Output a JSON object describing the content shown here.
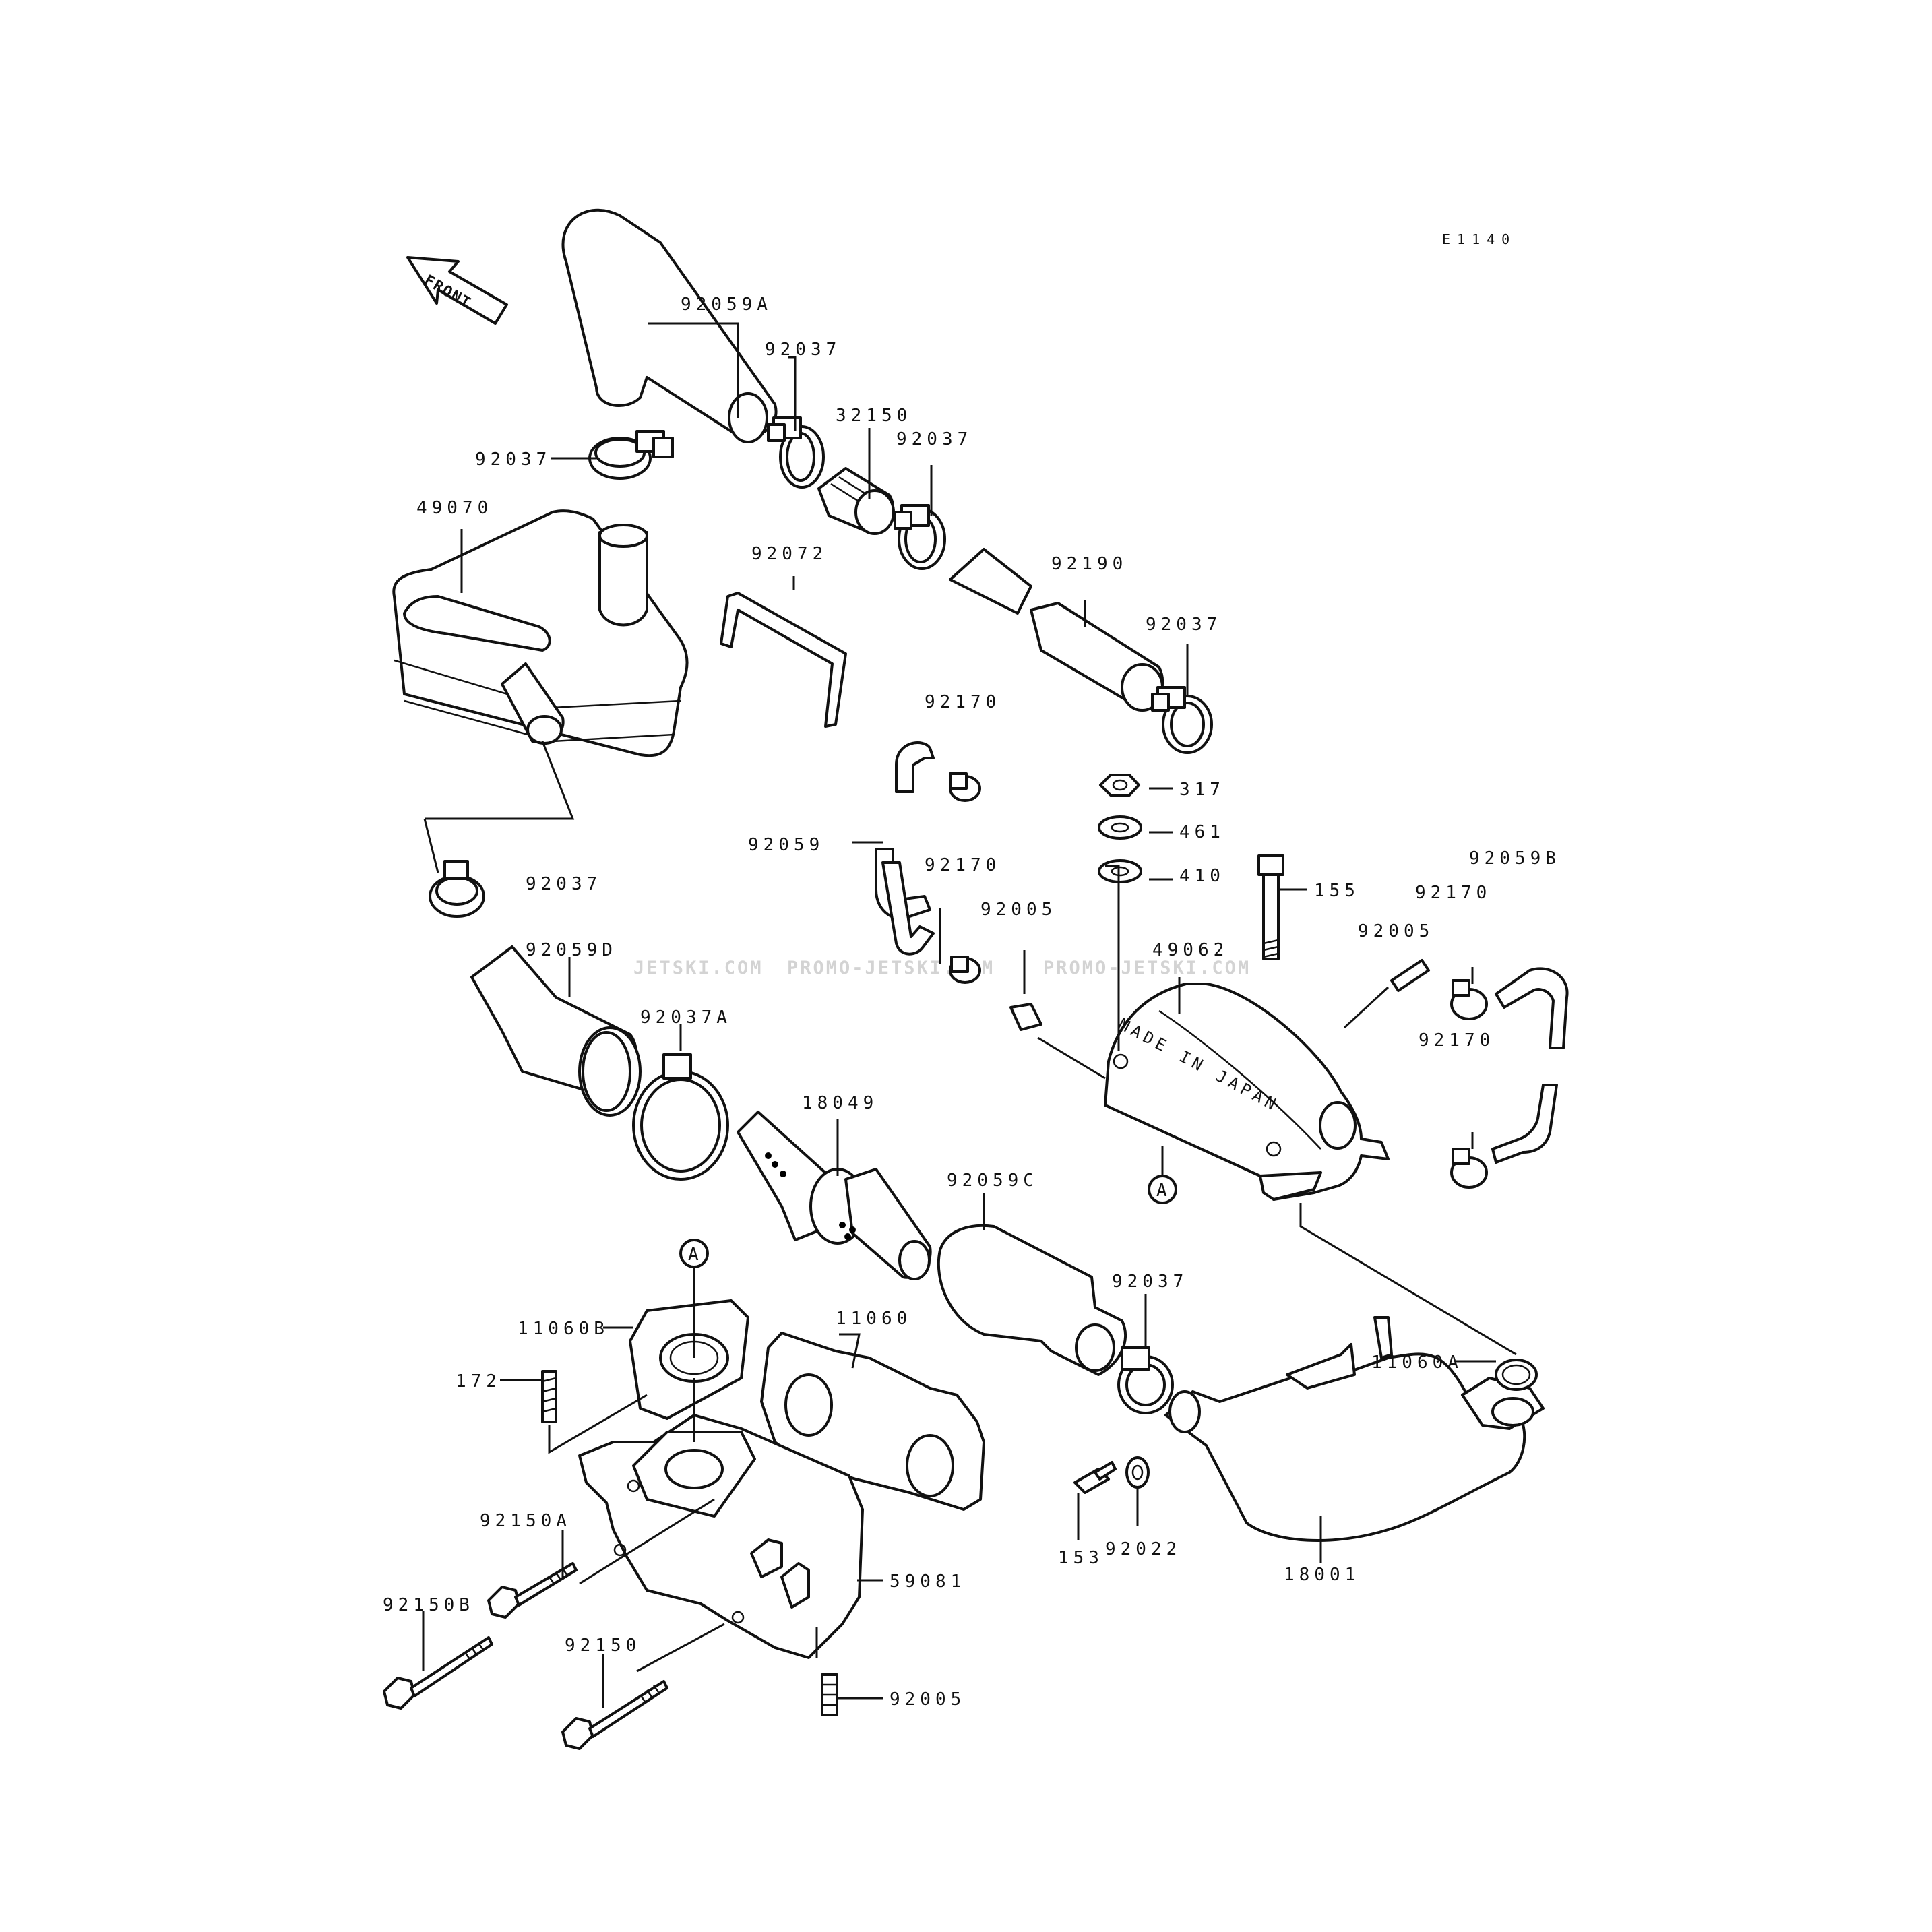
{
  "diagram": {
    "code": "E1140",
    "front_label": "FRONT",
    "stamp_text": "MADE IN JAPAN",
    "reference_marker": "A",
    "watermarks": [
      "JETSKI.COM",
      "PROMO-JETSKI.COM",
      "PROMO-JETSKI.COM"
    ],
    "labels": {
      "p92059A": "92059A",
      "p92037_a": "92037",
      "p32150": "32150",
      "p92037_b": "92037",
      "p92037_left": "92037",
      "p49070": "49070",
      "p92072": "92072",
      "p92190": "92190",
      "p92037_c": "92037",
      "p92170_a": "92170",
      "p317": "317",
      "p461": "461",
      "p410": "410",
      "p92059": "92059",
      "p92170_b": "92170",
      "p92005_a": "92005",
      "p155": "155",
      "p92059B": "92059B",
      "p92170_c": "92170",
      "p92005_b": "92005",
      "p92037_d": "92037",
      "p92059D": "92059D",
      "p49062": "49062",
      "p92037A": "92037A",
      "p92170_d": "92170",
      "p18049": "18049",
      "p92059C": "92059C",
      "p11060B": "11060B",
      "p11060": "11060",
      "p92037_e": "92037",
      "p11060A": "11060A",
      "p172": "172",
      "p92150A": "92150A",
      "p59081": "59081",
      "p92150B": "92150B",
      "p92150": "92150",
      "p92005_c": "92005",
      "p153": "153",
      "p92022": "92022",
      "p18001": "18001"
    }
  }
}
